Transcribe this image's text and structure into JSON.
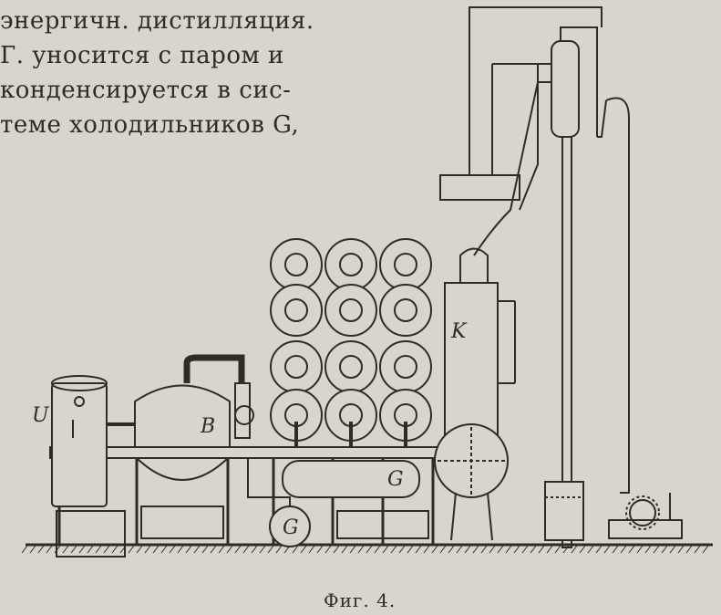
{
  "text_lines": [
    "энергичн. дистилляция.",
    "Г. уносится с паром и",
    "конденсируется в сис-",
    "теме холодильников G,"
  ],
  "figure": {
    "caption": "Фиг. 4.",
    "labels": {
      "u": "U",
      "b": "B",
      "k": "K",
      "g1": "G",
      "g2": "G"
    }
  }
}
